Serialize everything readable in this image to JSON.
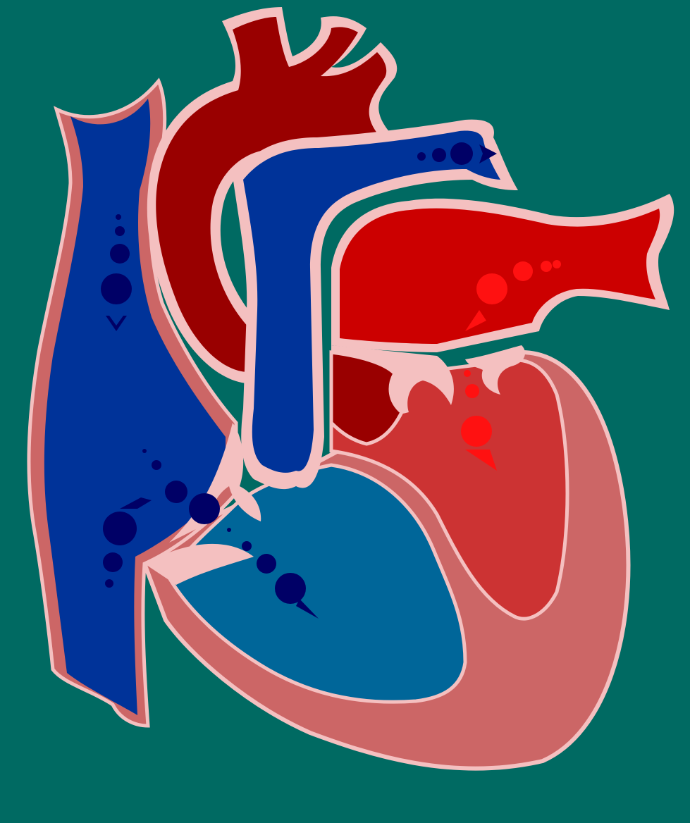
{
  "colors": {
    "background": "#006a62",
    "outline": "#cc6666",
    "highlight": "#f4c0c0",
    "aorta": "#990000",
    "vena_cava": "#003399",
    "pulmonary_artery": "#003399",
    "left_atrium": "#cc0000",
    "left_ventricle": "#cc3333",
    "right_ventricle": "#006699",
    "muscle_wall": "#cc6666",
    "blood_deoxygenated": "#000066",
    "blood_oxygenated": "#ff1111"
  },
  "flow_arrows": [
    {
      "name": "vena-cava-superior-flow",
      "icon": "arrow-down-icon",
      "blood": "deoxygenated"
    },
    {
      "name": "vena-cava-inferior-flow",
      "icon": "arrow-up-icon",
      "blood": "deoxygenated"
    },
    {
      "name": "right-ventricle-flow",
      "icon": "arrow-down-icon",
      "blood": "deoxygenated"
    },
    {
      "name": "pulmonary-artery-flow",
      "icon": "arrow-right-icon",
      "blood": "deoxygenated"
    },
    {
      "name": "pulmonary-vein-flow",
      "icon": "arrow-left-icon",
      "blood": "oxygenated"
    },
    {
      "name": "left-ventricle-flow",
      "icon": "arrow-down-icon",
      "blood": "oxygenated"
    }
  ]
}
